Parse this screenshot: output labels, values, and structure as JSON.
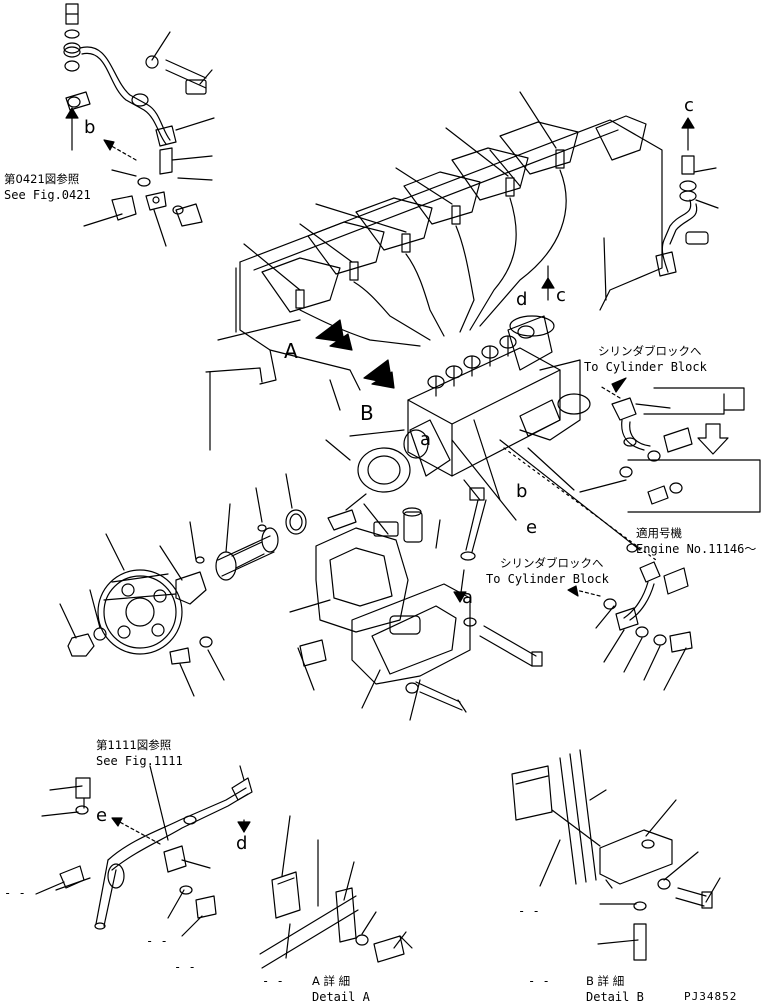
{
  "references": {
    "fig0421_jp": "第0421図参照",
    "fig0421_en": "See Fig.0421",
    "fig1111_jp": "第1111図参照",
    "fig1111_en": "See Fig.1111",
    "cyl_block_jp_1": "シリンダブロックへ",
    "cyl_block_en_1": "To Cylinder Block",
    "cyl_block_jp_2": "シリンダブロックへ",
    "cyl_block_en_2": "To Cylinder Block"
  },
  "serial": {
    "jp": "適用号機",
    "en": "Engine No.11146〜"
  },
  "details": {
    "a_jp": "A 詳 細",
    "a_en": "Detail A",
    "b_jp": "B 詳 細",
    "b_en": "Detail B"
  },
  "view_marks": {
    "A": "A",
    "B": "B"
  },
  "pipe_letters": {
    "a_top": "a",
    "b_top": "b",
    "c_top": "c",
    "c_mid": "c",
    "d_mid": "d",
    "b_mid": "b",
    "e_mid": "e",
    "a_low": "a",
    "e_low": "e",
    "d_low": "d"
  },
  "dashes": {
    "d1": "- -",
    "d2": "- -",
    "d3": "- -",
    "d4": "- -",
    "d5": "- -",
    "d6": "- -"
  },
  "drawing_code": "PJ34852"
}
